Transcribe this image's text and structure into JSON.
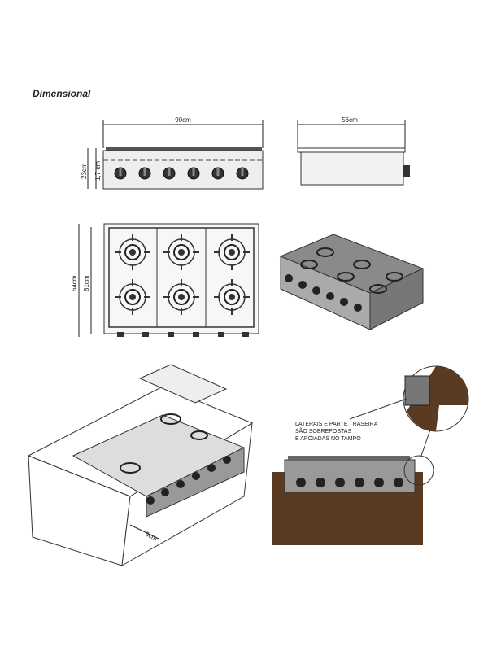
{
  "title": "Dimensional",
  "dimensions": {
    "width": "90cm",
    "depth": "56cm",
    "height_total": "23cm",
    "height_top": "1,7 cm",
    "depth_total": "64cm",
    "depth_inner": "61cm",
    "setback": "5cm"
  },
  "note": [
    "LATERAIS E PARTE TRASEIRA",
    "SÃO SOBREPOSTAS",
    "E APOIADAS NO TAMPO"
  ],
  "colors": {
    "wood": "#5a3b22",
    "steel": "#9a9a9a",
    "dark": "#2a2a2a"
  }
}
